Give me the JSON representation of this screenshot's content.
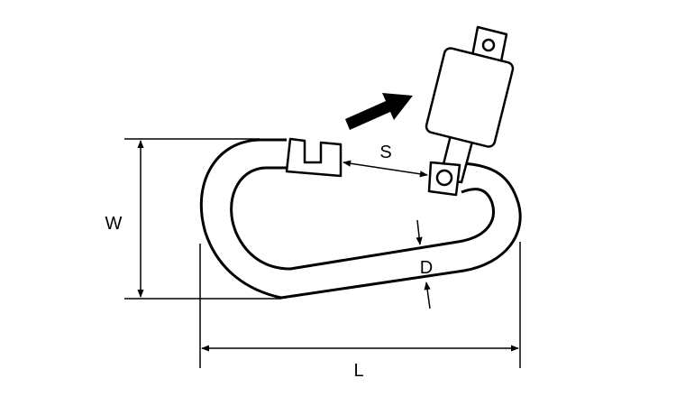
{
  "labels": {
    "width": "W",
    "length": "L",
    "gate_opening": "S",
    "diameter": "D"
  },
  "colors": {
    "stroke": "#000000",
    "fill": "#ffffff"
  }
}
